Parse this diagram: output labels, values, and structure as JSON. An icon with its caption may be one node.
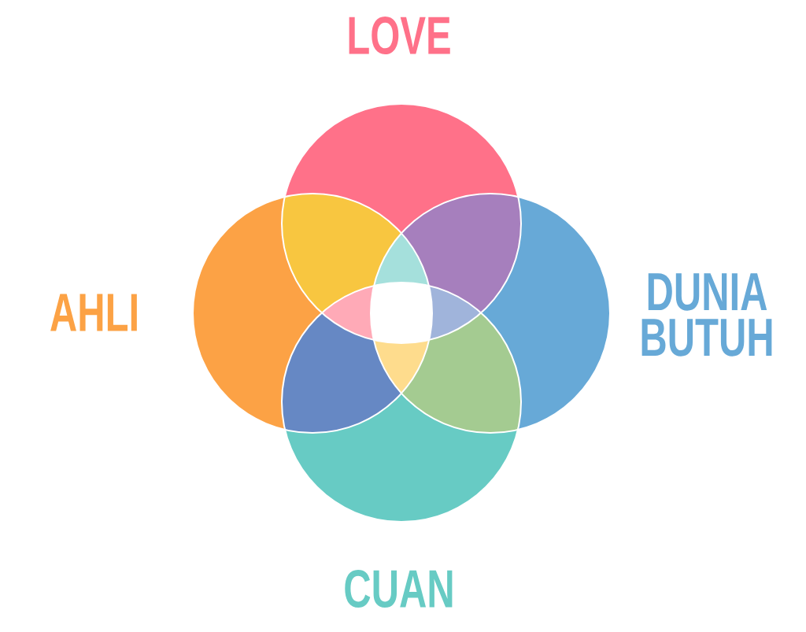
{
  "diagram": {
    "nodes": [
      {
        "text": [
          "LOVE"
        ]
      },
      {
        "text": [
          "AHLI"
        ]
      },
      {
        "text": [
          "DUNIA BUTUH"
        ]
      },
      {
        "text": [
          "CUAN"
        ]
      }
    ]
  }
}
